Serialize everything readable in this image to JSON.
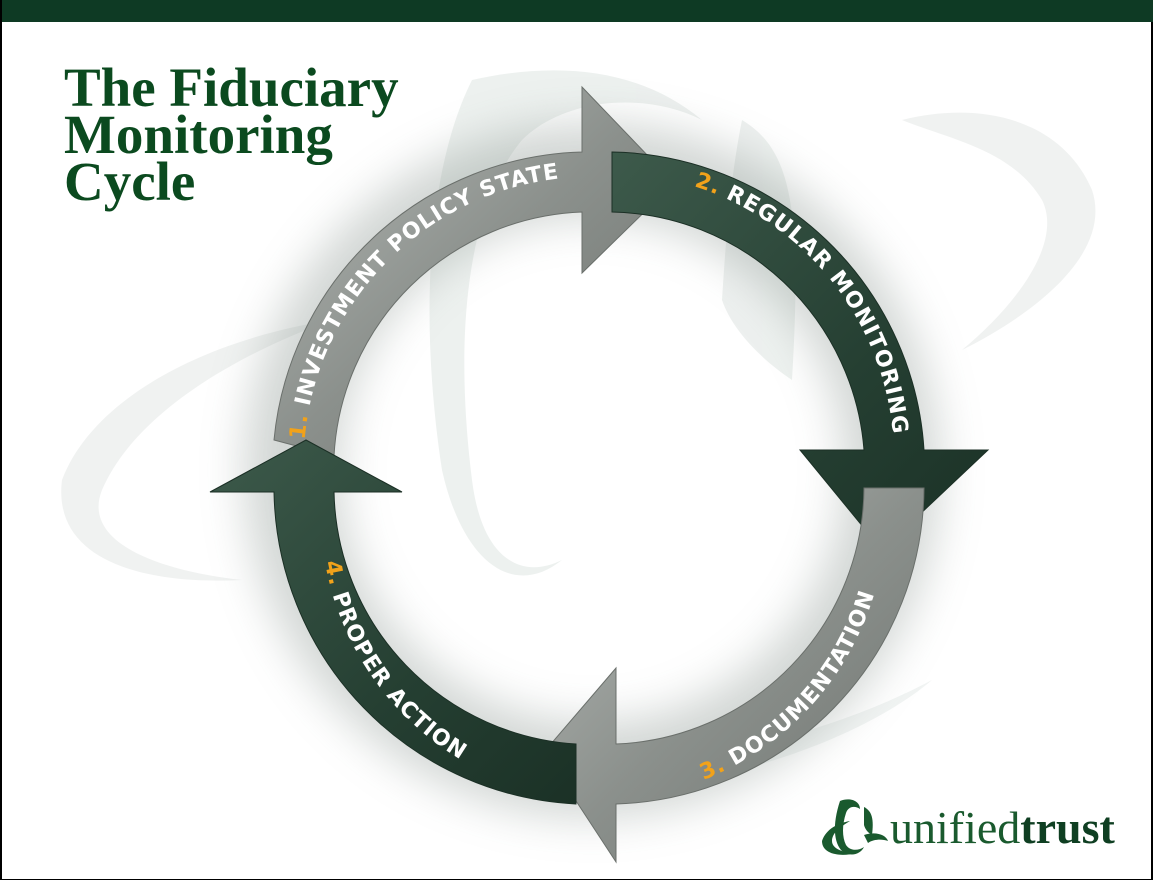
{
  "title": "The Fiduciary\nMonitoring\nCycle",
  "steps": [
    {
      "number": "1.",
      "label": "INVESTMENT POLICY STATEMENT"
    },
    {
      "number": "2.",
      "label": "REGULAR MONITORING"
    },
    {
      "number": "3.",
      "label": "DOCUMENTATION"
    },
    {
      "number": "4.",
      "label": "PROPER ACTION"
    }
  ],
  "logo": {
    "word1": "unified",
    "word2": "trust"
  },
  "colors": {
    "header_bar": "#0e3a24",
    "title": "#0b4a1f",
    "arrow_dark": "#2e4a3c",
    "arrow_light": "#8a8f8b",
    "step_number": "#f2a21a",
    "step_label": "#ffffff"
  }
}
